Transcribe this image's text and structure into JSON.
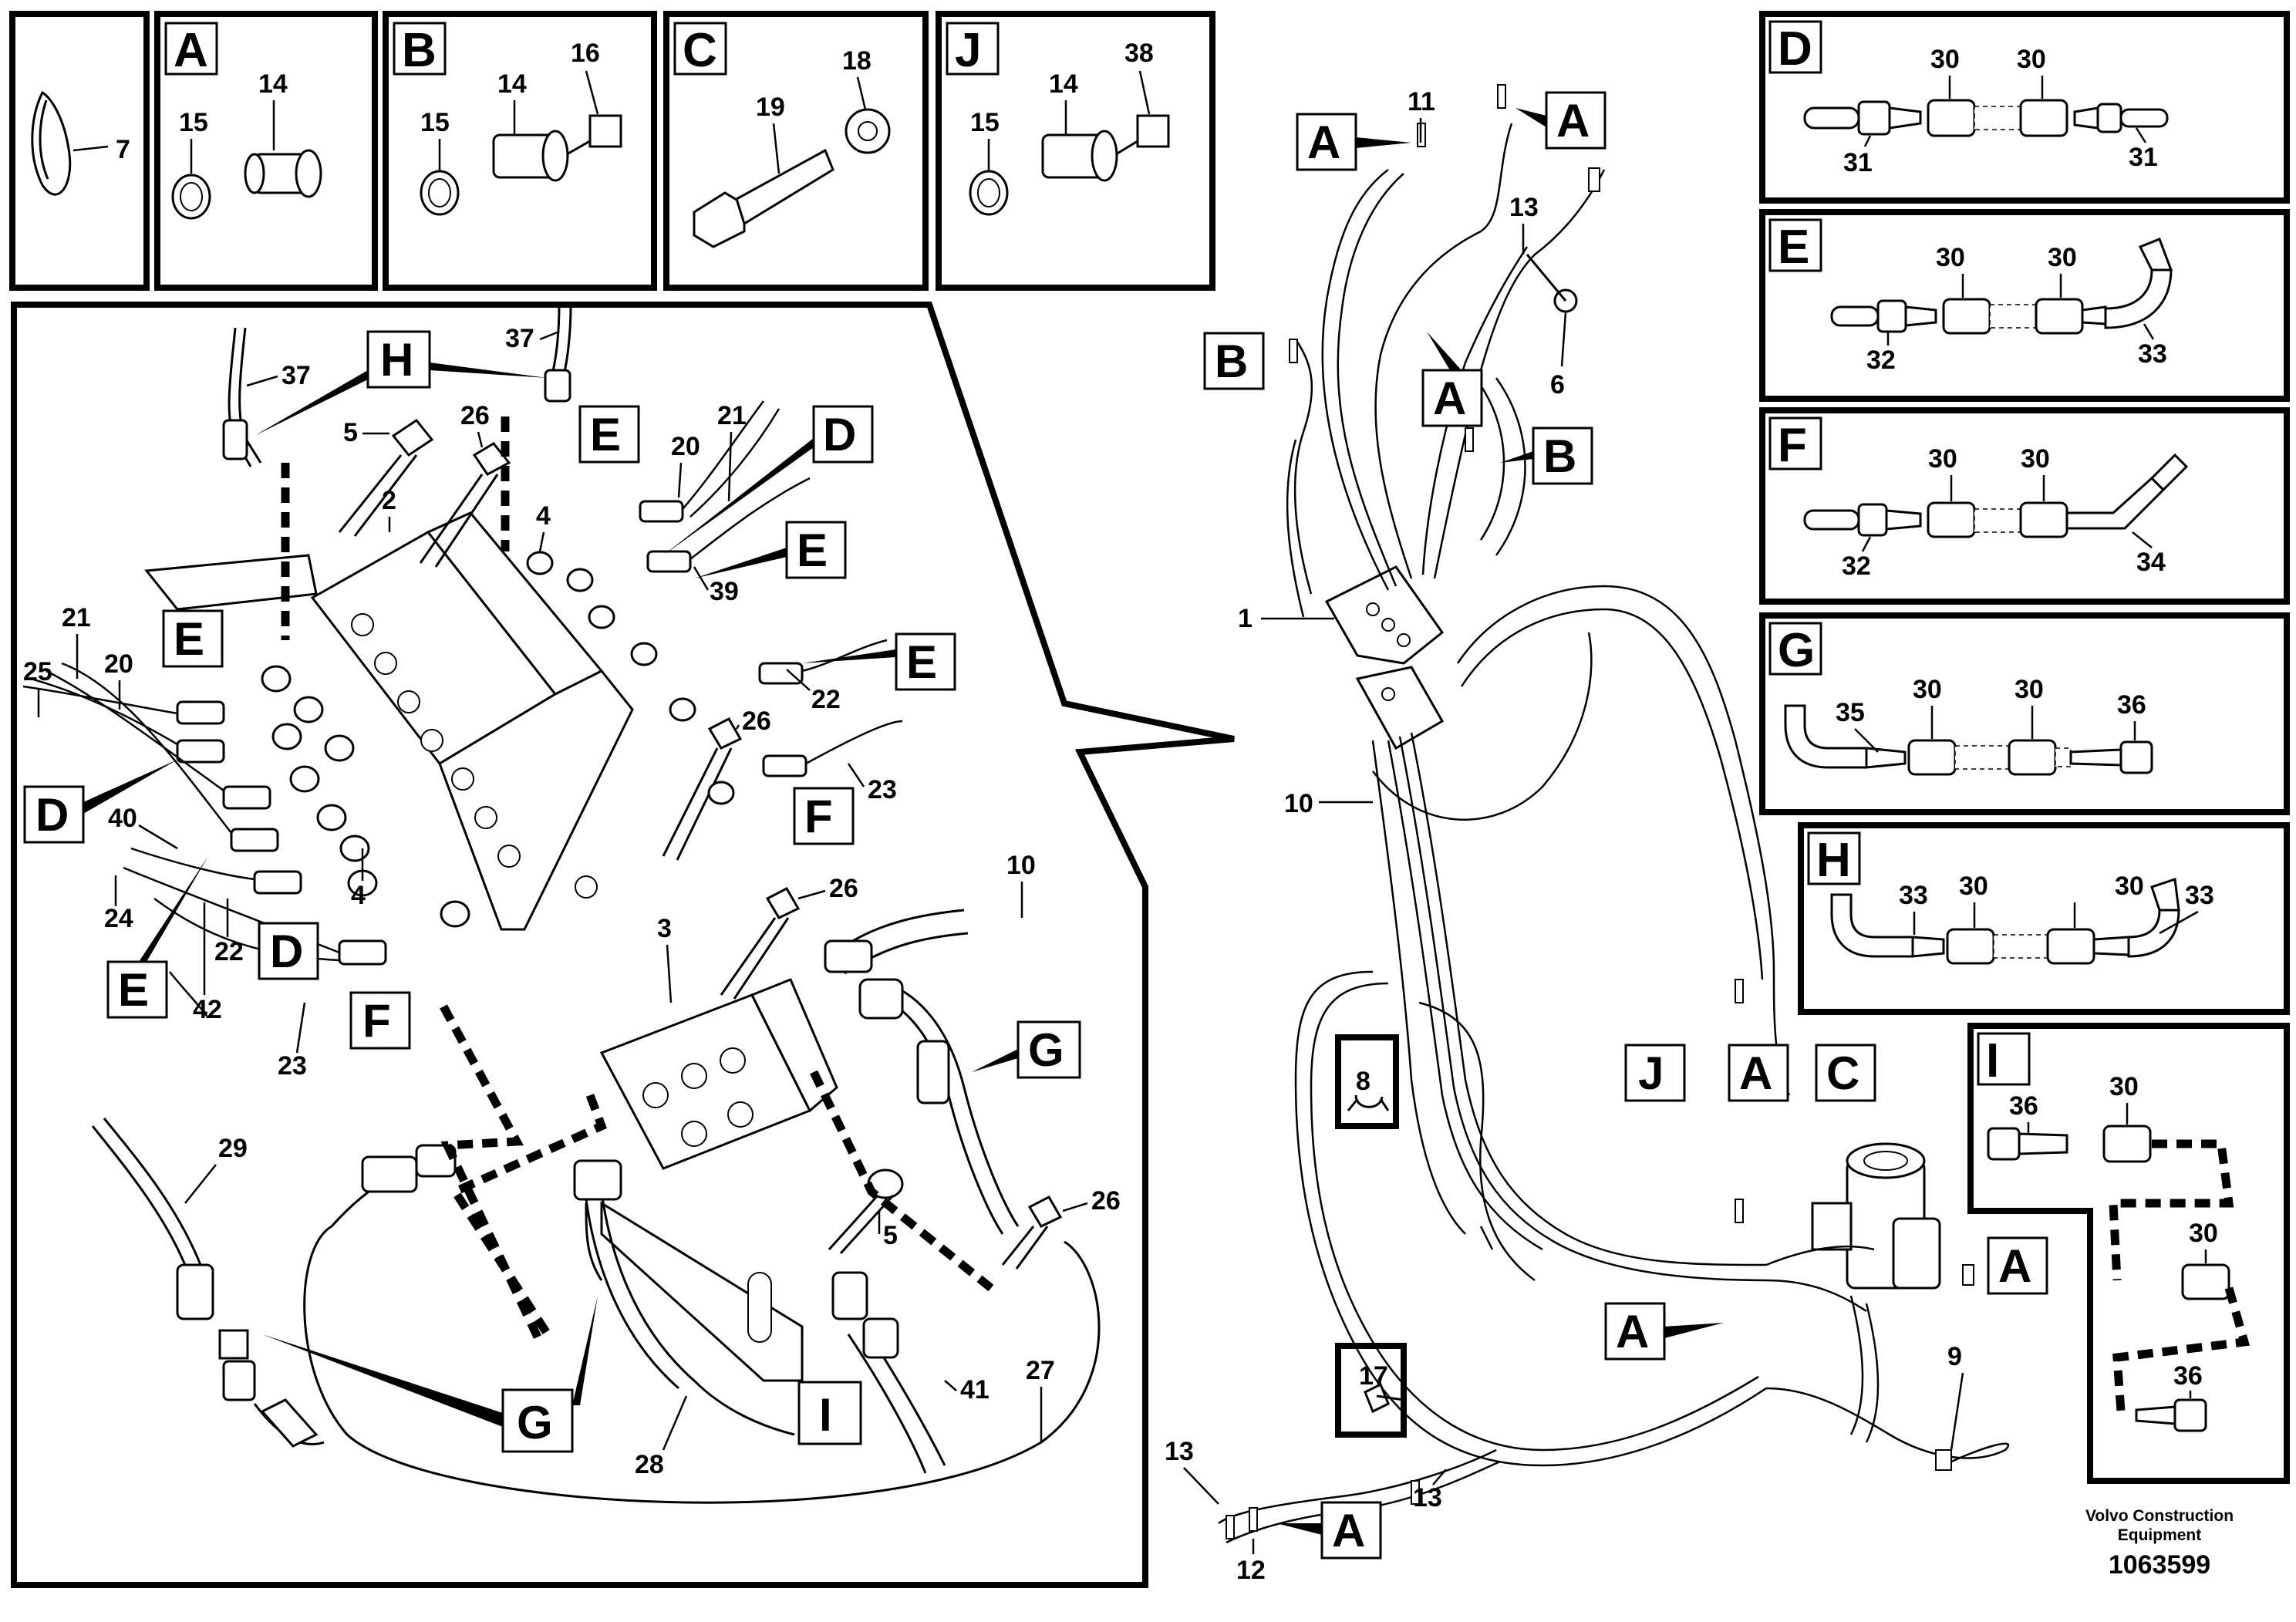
{
  "callouts": {
    "n1": "1",
    "n2": "2",
    "n3": "3",
    "n4": "4",
    "n5": "5",
    "n6": "6",
    "n7": "7",
    "n8": "8",
    "n9": "9",
    "n10": "10",
    "n11": "11",
    "n12": "12",
    "n13": "13",
    "n14": "14",
    "n15": "15",
    "n16": "16",
    "n17": "17",
    "n18": "18",
    "n19": "19",
    "n20": "20",
    "n21": "21",
    "n22": "22",
    "n23": "23",
    "n24": "24",
    "n25": "25",
    "n26": "26",
    "n27": "27",
    "n28": "28",
    "n29": "29",
    "n30": "30",
    "n31": "31",
    "n32": "32",
    "n33": "33",
    "n34": "34",
    "n35": "35",
    "n36": "36",
    "n37": "37",
    "n38": "38",
    "n39": "39",
    "n40": "40",
    "n41": "41",
    "n42": "42"
  },
  "letters": {
    "A": "A",
    "B": "B",
    "C": "C",
    "D": "D",
    "E": "E",
    "F": "F",
    "G": "G",
    "H": "H",
    "I": "I",
    "J": "J"
  },
  "footer": {
    "brand_line1": "Volvo Construction",
    "brand_line2": "Equipment",
    "doc_number": "1063599"
  },
  "style": {
    "ink": "#000000",
    "paper": "#ffffff"
  }
}
